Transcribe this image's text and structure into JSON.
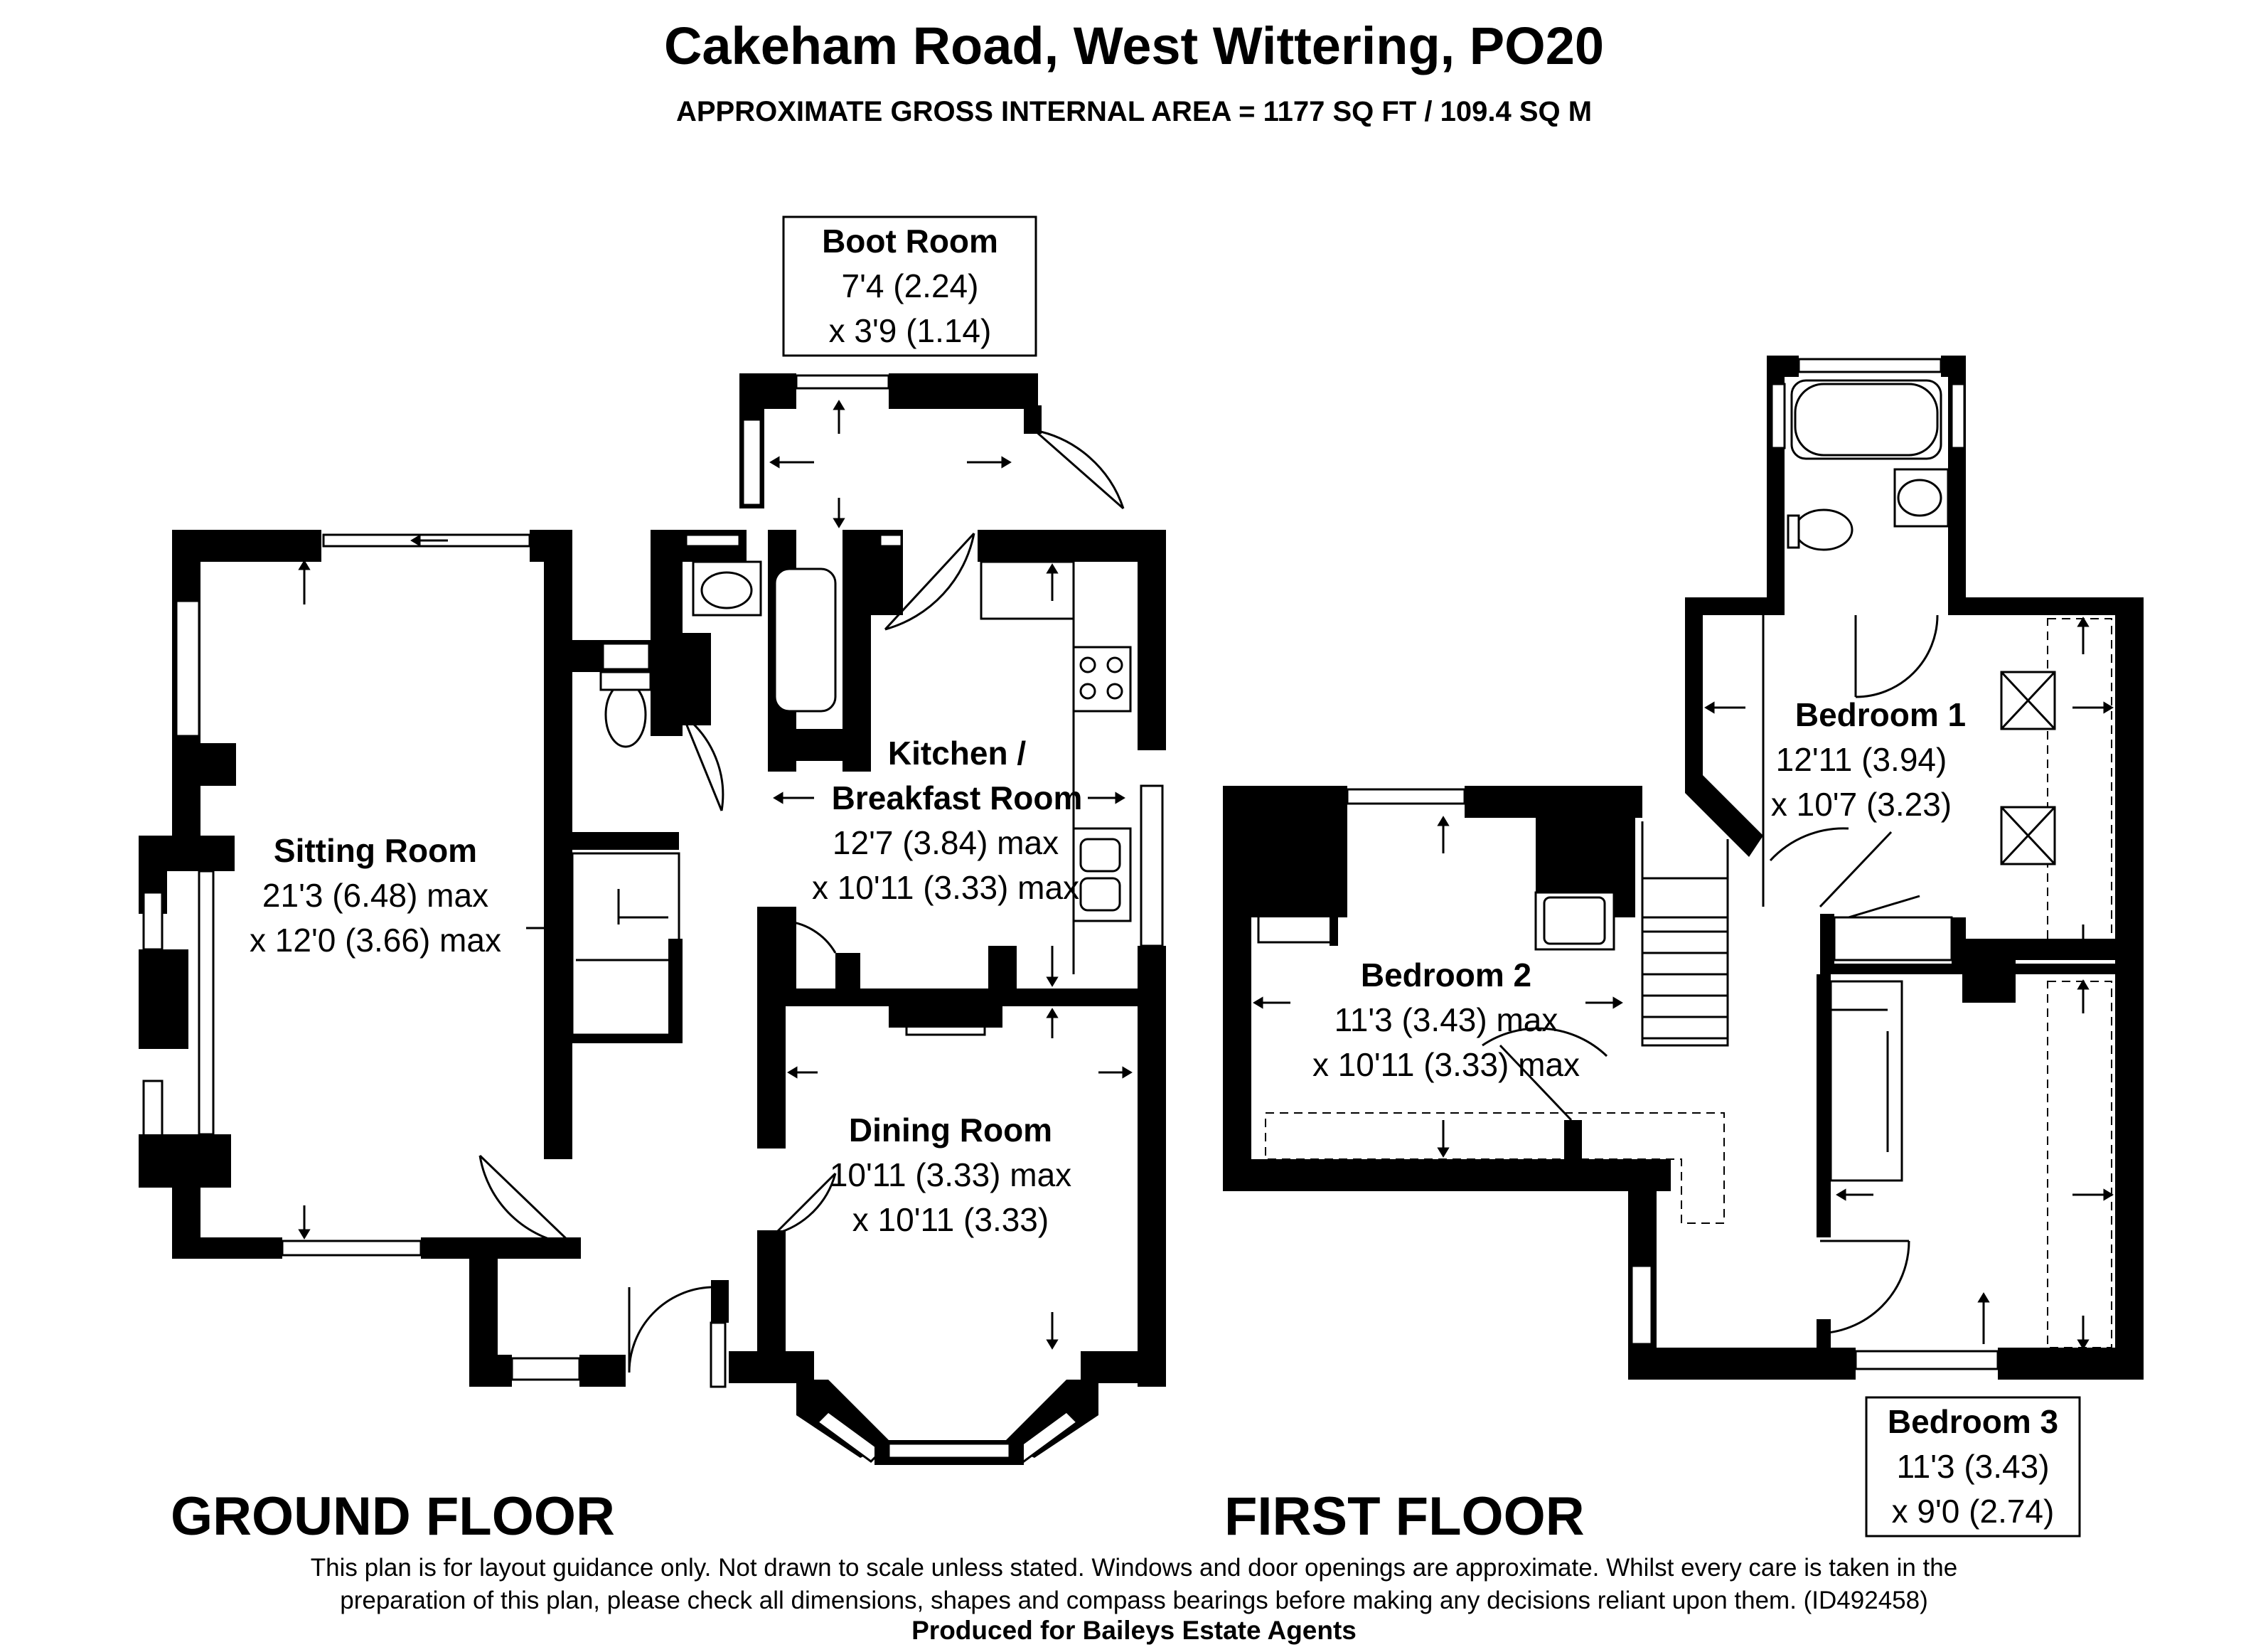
{
  "title": "Cakeham Road, West Wittering, PO20",
  "subtitle": "APPROXIMATE GROSS INTERNAL AREA = 1177 SQ FT / 109.4 SQ M",
  "floors": {
    "ground": "GROUND FLOOR",
    "first": "FIRST FLOOR"
  },
  "rooms": {
    "boot_room": {
      "name": "Boot Room",
      "dim1": "7'4 (2.24)",
      "dim2": "x 3'9 (1.14)"
    },
    "kitchen": {
      "name1": "Kitchen /",
      "name2": "Breakfast Room",
      "dim1": "12'7 (3.84) max",
      "dim2": "x 10'11 (3.33) max"
    },
    "sitting_room": {
      "name": "Sitting Room",
      "dim1": "21'3 (6.48) max",
      "dim2": "x 12'0 (3.66) max"
    },
    "dining_room": {
      "name": "Dining Room",
      "dim1": "10'11 (3.33) max",
      "dim2": "x 10'11 (3.33)"
    },
    "bedroom_1": {
      "name": "Bedroom 1",
      "dim1": "12'11 (3.94)",
      "dim2": "x 10'7 (3.23)"
    },
    "bedroom_2": {
      "name": "Bedroom 2",
      "dim1": "11'3 (3.43) max",
      "dim2": "x 10'11 (3.33) max"
    },
    "bedroom_3": {
      "name": "Bedroom 3",
      "dim1": "11'3 (3.43)",
      "dim2": "x 9'0 (2.74)"
    }
  },
  "disclaimer": {
    "line1": "This plan is for layout guidance only. Not drawn to scale unless stated. Windows and door openings are approximate. Whilst every care is taken in the",
    "line2": "preparation of this plan, please check all dimensions, shapes and compass bearings before making any decisions reliant upon them. (ID492458)"
  },
  "credit": "Produced for Baileys Estate Agents"
}
